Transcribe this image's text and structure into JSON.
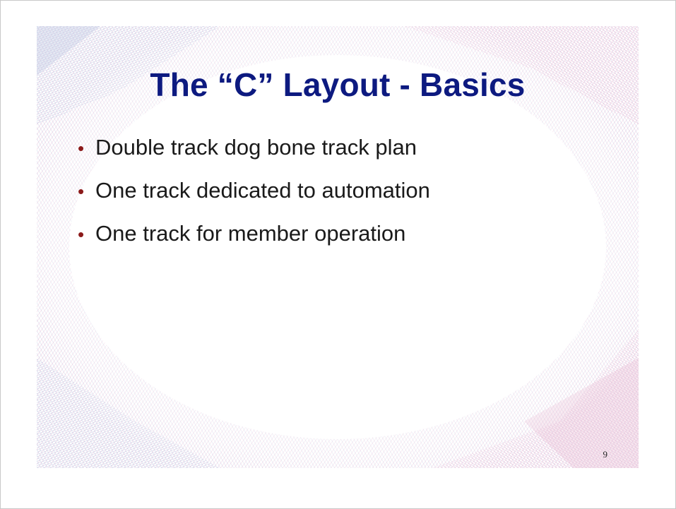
{
  "slide": {
    "title": "The “C” Layout - Basics",
    "bullets": [
      {
        "text": "Double track dog bone track plan"
      },
      {
        "text": "One track dedicated to automation"
      },
      {
        "text": "One track for member operation"
      }
    ],
    "bullet_glyph": "•",
    "page_number": "9"
  },
  "colors": {
    "title": "#0d1a80",
    "bullet": "#8b1a1a",
    "body_text": "#1a1a1a",
    "frame_pink": "#e7b7d4",
    "frame_blue": "#b4c0de"
  }
}
